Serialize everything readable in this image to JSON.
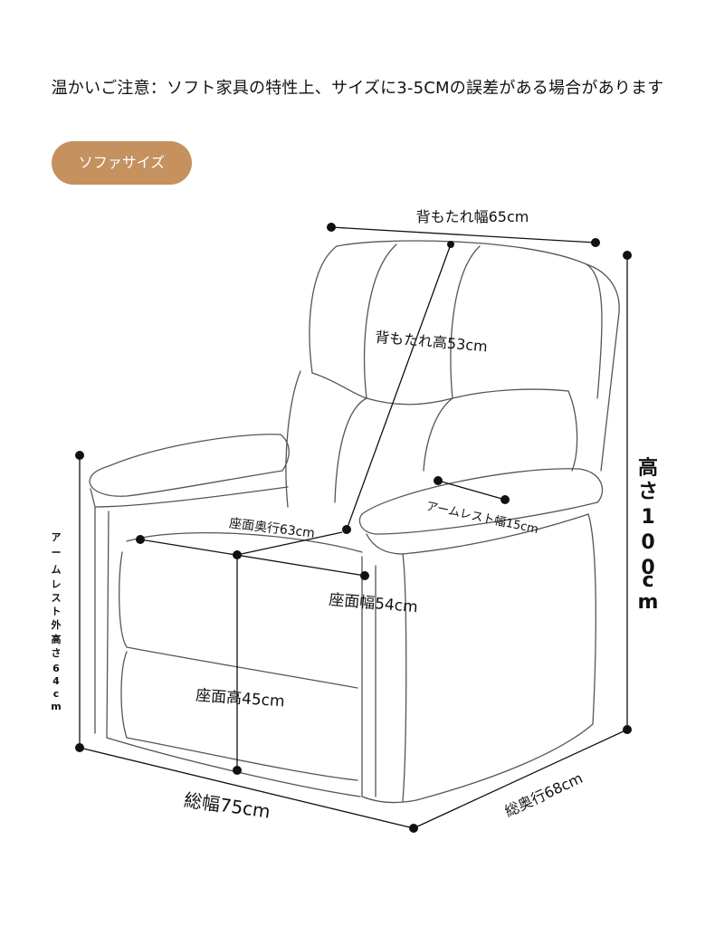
{
  "notice": "温かいご注意：ソフト家具の特性上、サイズに3-5CMの誤差がある場合があります",
  "badge": "ソファサイズ",
  "dimensions": {
    "backrest_width": "背もたれ幅65cm",
    "backrest_height": "背もたれ高53cm",
    "armrest_width": "アームレスト幅15cm",
    "seat_depth": "座面奥行63cm",
    "seat_width": "座面幅54cm",
    "seat_height": "座面高45cm",
    "total_width": "総幅75cm",
    "total_depth": "総奥行68cm",
    "height_vertical": [
      "高",
      "さ",
      "1",
      "0",
      "0",
      "c",
      "m"
    ],
    "armrest_outer_height_vertical": [
      "ア",
      "ー",
      "ム",
      "レ",
      "ス",
      "ト",
      "外",
      "高",
      "さ",
      "6",
      "4",
      "c",
      "m"
    ]
  },
  "colors": {
    "badge": "#c4915f",
    "outline": "#555555",
    "dimension": "#111111"
  }
}
